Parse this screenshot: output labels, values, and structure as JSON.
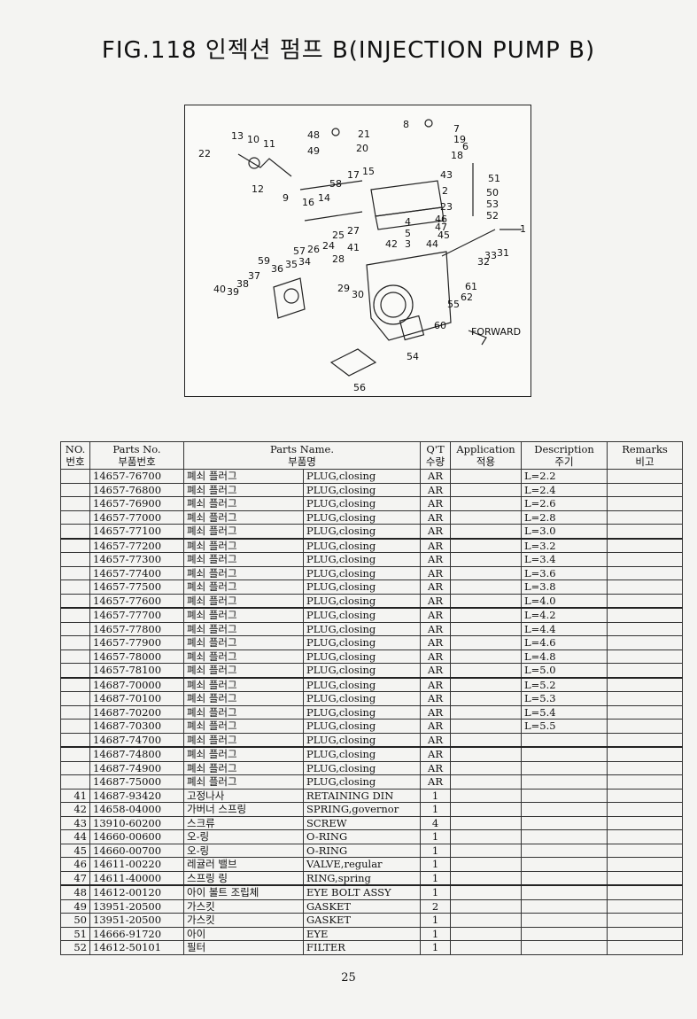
{
  "title": "FIG.118 인젝션 펌프 B(INJECTION PUMP B)",
  "diagram": {
    "callouts": [
      "1",
      "2",
      "3",
      "4",
      "5",
      "6",
      "7",
      "8",
      "9",
      "10",
      "11",
      "12",
      "13",
      "14",
      "15",
      "16",
      "17",
      "18",
      "19",
      "20",
      "21",
      "22",
      "23",
      "24",
      "25",
      "26",
      "27",
      "28",
      "29",
      "30",
      "31",
      "32",
      "33",
      "34",
      "35",
      "36",
      "37",
      "38",
      "39",
      "40",
      "41",
      "42",
      "43",
      "44",
      "45",
      "46",
      "47",
      "48",
      "49",
      "50",
      "51",
      "52",
      "53",
      "54",
      "55",
      "56",
      "57",
      "58",
      "59",
      "60",
      "61",
      "62"
    ],
    "forward_label": "FORWARD"
  },
  "table": {
    "headers": [
      {
        "en": "NO.",
        "ko": "번호"
      },
      {
        "en": "Parts No.",
        "ko": "부품번호"
      },
      {
        "en": "Parts Name.",
        "ko": "부품명"
      },
      {
        "en": "Q'T",
        "ko": "수량"
      },
      {
        "en": "Application",
        "ko": "적용"
      },
      {
        "en": "Description",
        "ko": "주기"
      },
      {
        "en": "Remarks",
        "ko": "비고"
      }
    ],
    "rows": [
      {
        "no": "",
        "part_no": "14657-76700",
        "name_ko": "폐쇠 플러그",
        "name_en": "PLUG,closing",
        "qty": "AR",
        "app": "",
        "desc": "L=2.2",
        "remarks": ""
      },
      {
        "no": "",
        "part_no": "14657-76800",
        "name_ko": "폐쇠 플러그",
        "name_en": "PLUG,closing",
        "qty": "AR",
        "app": "",
        "desc": "L=2.4",
        "remarks": ""
      },
      {
        "no": "",
        "part_no": "14657-76900",
        "name_ko": "폐쇠 플러그",
        "name_en": "PLUG,closing",
        "qty": "AR",
        "app": "",
        "desc": "L=2.6",
        "remarks": ""
      },
      {
        "no": "",
        "part_no": "14657-77000",
        "name_ko": "폐쇠 플러그",
        "name_en": "PLUG,closing",
        "qty": "AR",
        "app": "",
        "desc": "L=2.8",
        "remarks": ""
      },
      {
        "no": "",
        "part_no": "14657-77100",
        "name_ko": "폐쇠 플러그",
        "name_en": "PLUG,closing",
        "qty": "AR",
        "app": "",
        "desc": "L=3.0",
        "remarks": ""
      },
      {
        "no": "",
        "part_no": "14657-77200",
        "name_ko": "폐쇠 플러그",
        "name_en": "PLUG,closing",
        "qty": "AR",
        "app": "",
        "desc": "L=3.2",
        "remarks": ""
      },
      {
        "no": "",
        "part_no": "14657-77300",
        "name_ko": "폐쇠 플러그",
        "name_en": "PLUG,closing",
        "qty": "AR",
        "app": "",
        "desc": "L=3.4",
        "remarks": ""
      },
      {
        "no": "",
        "part_no": "14657-77400",
        "name_ko": "폐쇠 플러그",
        "name_en": "PLUG,closing",
        "qty": "AR",
        "app": "",
        "desc": "L=3.6",
        "remarks": ""
      },
      {
        "no": "",
        "part_no": "14657-77500",
        "name_ko": "폐쇠 플러그",
        "name_en": "PLUG,closing",
        "qty": "AR",
        "app": "",
        "desc": "L=3.8",
        "remarks": ""
      },
      {
        "no": "",
        "part_no": "14657-77600",
        "name_ko": "폐쇠 플러그",
        "name_en": "PLUG,closing",
        "qty": "AR",
        "app": "",
        "desc": "L=4.0",
        "remarks": ""
      },
      {
        "no": "",
        "part_no": "14657-77700",
        "name_ko": "폐쇠 플러그",
        "name_en": "PLUG,closing",
        "qty": "AR",
        "app": "",
        "desc": "L=4.2",
        "remarks": ""
      },
      {
        "no": "",
        "part_no": "14657-77800",
        "name_ko": "폐쇠 플러그",
        "name_en": "PLUG,closing",
        "qty": "AR",
        "app": "",
        "desc": "L=4.4",
        "remarks": ""
      },
      {
        "no": "",
        "part_no": "14657-77900",
        "name_ko": "폐쇠 플러그",
        "name_en": "PLUG,closing",
        "qty": "AR",
        "app": "",
        "desc": "L=4.6",
        "remarks": ""
      },
      {
        "no": "",
        "part_no": "14657-78000",
        "name_ko": "폐쇠 플러그",
        "name_en": "PLUG,closing",
        "qty": "AR",
        "app": "",
        "desc": "L=4.8",
        "remarks": ""
      },
      {
        "no": "",
        "part_no": "14657-78100",
        "name_ko": "폐쇠 플러그",
        "name_en": "PLUG,closing",
        "qty": "AR",
        "app": "",
        "desc": "L=5.0",
        "remarks": ""
      },
      {
        "no": "",
        "part_no": "14687-70000",
        "name_ko": "폐쇠 플러그",
        "name_en": "PLUG,closing",
        "qty": "AR",
        "app": "",
        "desc": "L=5.2",
        "remarks": ""
      },
      {
        "no": "",
        "part_no": "14687-70100",
        "name_ko": "폐쇠 플러그",
        "name_en": "PLUG,closing",
        "qty": "AR",
        "app": "",
        "desc": "L=5.3",
        "remarks": ""
      },
      {
        "no": "",
        "part_no": "14687-70200",
        "name_ko": "폐쇠 플러그",
        "name_en": "PLUG,closing",
        "qty": "AR",
        "app": "",
        "desc": "L=5.4",
        "remarks": ""
      },
      {
        "no": "",
        "part_no": "14687-70300",
        "name_ko": "폐쇠 플러그",
        "name_en": "PLUG,closing",
        "qty": "AR",
        "app": "",
        "desc": "L=5.5",
        "remarks": ""
      },
      {
        "no": "",
        "part_no": "14687-74700",
        "name_ko": "폐쇠 플러그",
        "name_en": "PLUG,closing",
        "qty": "AR",
        "app": "",
        "desc": "",
        "remarks": ""
      },
      {
        "no": "",
        "part_no": "14687-74800",
        "name_ko": "폐쇠 플러그",
        "name_en": "PLUG,closing",
        "qty": "AR",
        "app": "",
        "desc": "",
        "remarks": ""
      },
      {
        "no": "",
        "part_no": "14687-74900",
        "name_ko": "폐쇠 플러그",
        "name_en": "PLUG,closing",
        "qty": "AR",
        "app": "",
        "desc": "",
        "remarks": ""
      },
      {
        "no": "",
        "part_no": "14687-75000",
        "name_ko": "폐쇠 플러그",
        "name_en": "PLUG,closing",
        "qty": "AR",
        "app": "",
        "desc": "",
        "remarks": ""
      },
      {
        "no": "41",
        "part_no": "14687-93420",
        "name_ko": "고정나사",
        "name_en": "RETAINING DIN",
        "qty": "1",
        "app": "",
        "desc": "",
        "remarks": ""
      },
      {
        "no": "42",
        "part_no": "14658-04000",
        "name_ko": "가버너 스프링",
        "name_en": "SPRING,governor",
        "qty": "1",
        "app": "",
        "desc": "",
        "remarks": ""
      },
      {
        "no": "43",
        "part_no": "13910-60200",
        "name_ko": "스크류",
        "name_en": "SCREW",
        "qty": "4",
        "app": "",
        "desc": "",
        "remarks": ""
      },
      {
        "no": "44",
        "part_no": "14660-00600",
        "name_ko": "오-링",
        "name_en": "O-RING",
        "qty": "1",
        "app": "",
        "desc": "",
        "remarks": ""
      },
      {
        "no": "45",
        "part_no": "14660-00700",
        "name_ko": "오-링",
        "name_en": "O-RING",
        "qty": "1",
        "app": "",
        "desc": "",
        "remarks": ""
      },
      {
        "no": "46",
        "part_no": "14611-00220",
        "name_ko": "레귤러 밸브",
        "name_en": "VALVE,regular",
        "qty": "1",
        "app": "",
        "desc": "",
        "remarks": ""
      },
      {
        "no": "47",
        "part_no": "14611-40000",
        "name_ko": "스프링 링",
        "name_en": "RING,spring",
        "qty": "1",
        "app": "",
        "desc": "",
        "remarks": ""
      },
      {
        "no": "48",
        "part_no": "14612-00120",
        "name_ko": "아이 볼트 조립체",
        "name_en": "EYE BOLT ASSY",
        "qty": "1",
        "app": "",
        "desc": "",
        "remarks": ""
      },
      {
        "no": "49",
        "part_no": "13951-20500",
        "name_ko": "가스킷",
        "name_en": "GASKET",
        "qty": "2",
        "app": "",
        "desc": "",
        "remarks": ""
      },
      {
        "no": "50",
        "part_no": "13951-20500",
        "name_ko": "가스킷",
        "name_en": "GASKET",
        "qty": "1",
        "app": "",
        "desc": "",
        "remarks": ""
      },
      {
        "no": "51",
        "part_no": "14666-91720",
        "name_ko": "아이",
        "name_en": "EYE",
        "qty": "1",
        "app": "",
        "desc": "",
        "remarks": ""
      },
      {
        "no": "52",
        "part_no": "14612-50101",
        "name_ko": "필터",
        "name_en": "FILTER",
        "qty": "1",
        "app": "",
        "desc": "",
        "remarks": ""
      }
    ]
  },
  "page_number": "25"
}
